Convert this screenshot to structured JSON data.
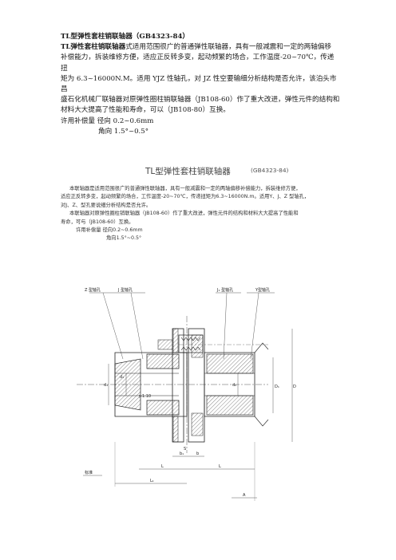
{
  "top": {
    "title": "TL型弹性套柱销联轴器（GB4323-84）",
    "para1_lead": "TL弹性套柱销联轴器",
    "para1_l1": "式适用范围很广的普通弹性联轴器，具有一般减震和一定的两轴偏移",
    "para1_l2": "补偿能力，拆装维修方便，适应正反转多变，起动频繁的场合，工作温度-20~70℃，传递扭",
    "para1_l3": "矩为 6.3~16000N.M。适用 YJZ 性轴孔，对 JZ 性空要输细分析结构是否允许，该泊头市昌",
    "para1_l4": "盛石化机械厂联轴器对原弹性圈柱销联轴器（JB108-60）作了重大改进，弹性元件的结构和",
    "para1_l5": "材料大大提高了性能和寿命，可以（JB108-80）互换。",
    "comp_l1": "许用补偿量  径向 0.2~0.6mm",
    "comp_l2": "角向 1.5°~0.5°"
  },
  "sub": {
    "title": "TL型弹性套柱销联轴器",
    "code": "(GB4323-84)",
    "l1": "本联轴器是适用范围很广的普通弹性联轴器，具有一般减震和一定的两轴偏移补偿能力，拆装维修方便，",
    "l2": "适应正反转多变，起动频繁的场合，工作温度-20~70℃，传递扭矩为6.3~16000N.m。适用Y、J、Z 型轴孔，",
    "l3": "对J、Z、型孔要说细分析结构是否允许。",
    "l4": "本联轴器对原弹性圈柱销联轴器（JB108-60）作了重大改进，弹性元件的结构和材料大大提高了性能和",
    "l5": "寿命，可与（JB108-60）互换。",
    "l6": "许用补偿量  径向0.2~0.6mm",
    "l7": "角向1.5°~0.5°"
  },
  "drawing": {
    "z_hole": "Z 型轴孔",
    "j_hole_left": "J 型轴孔",
    "j_hole_right": "J₁ 型轴孔",
    "y_hole": "Y型轴孔",
    "taper": "▷1:10",
    "d1": "d₁",
    "dz": "d₂",
    "d_left": "d₁",
    "d_right": "d₂",
    "D1": "D₁",
    "D": "D",
    "b1": "b₁",
    "b": "b",
    "s": "S",
    "L_left": "L",
    "L_right": "L",
    "L1": "L₁",
    "A": "A",
    "label_bl": "标准"
  }
}
